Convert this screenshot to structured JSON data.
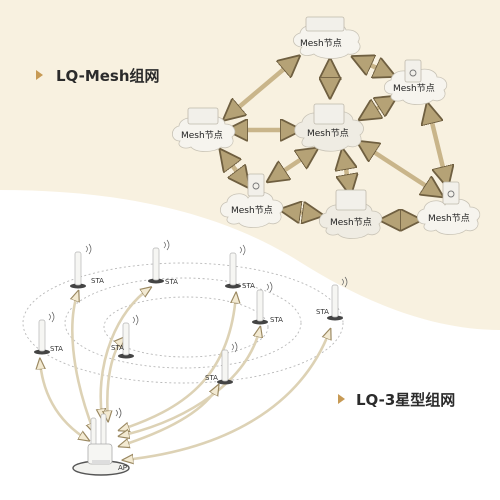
{
  "mesh": {
    "title": "LQ-Mesh组网",
    "node_label": "Mesh节点"
  },
  "star": {
    "title": "LQ-3星型组网",
    "sta_label": "STA",
    "ap_label": "AP"
  },
  "colors": {
    "background_top": "#f8f1e0",
    "arrow": "#c9b58a",
    "arrow_stroke": "#8d7c59",
    "triangle": "#c79a54"
  }
}
